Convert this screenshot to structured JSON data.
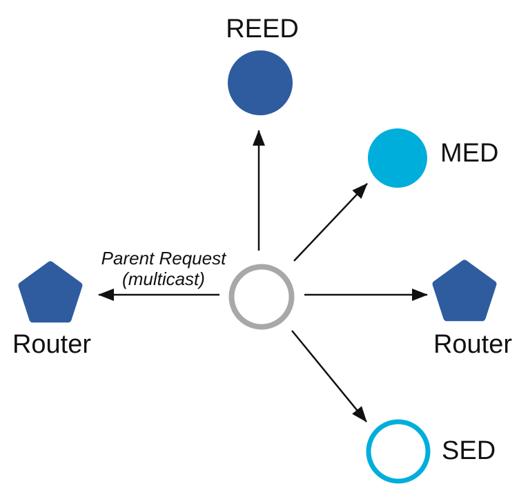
{
  "colors": {
    "background": "#ffffff",
    "node_blue": "#2e5c9e",
    "node_cyan": "#00aedb",
    "center_gray": "#a8a8a8",
    "arrow": "#111111",
    "label_text": "#111111"
  },
  "annotation": {
    "line1": "Parent Request",
    "line2": "(multicast)"
  },
  "nodes": {
    "reed": {
      "label": "REED",
      "shape": "filled-circle",
      "color": "#2e5c9e"
    },
    "med": {
      "label": "MED",
      "shape": "filled-circle",
      "color": "#00aedb"
    },
    "router_left": {
      "label": "Router",
      "shape": "pentagon",
      "color": "#2e5c9e"
    },
    "router_right": {
      "label": "Router",
      "shape": "pentagon",
      "color": "#2e5c9e"
    },
    "sed": {
      "label": "SED",
      "shape": "outlined-circle",
      "color": "#00aedb"
    },
    "center": {
      "label": "",
      "shape": "outlined-circle",
      "color": "#a8a8a8"
    }
  },
  "edges": [
    {
      "from": "center",
      "to": "router_left"
    },
    {
      "from": "center",
      "to": "reed"
    },
    {
      "from": "center",
      "to": "med"
    },
    {
      "from": "center",
      "to": "router_right"
    },
    {
      "from": "center",
      "to": "sed"
    }
  ]
}
